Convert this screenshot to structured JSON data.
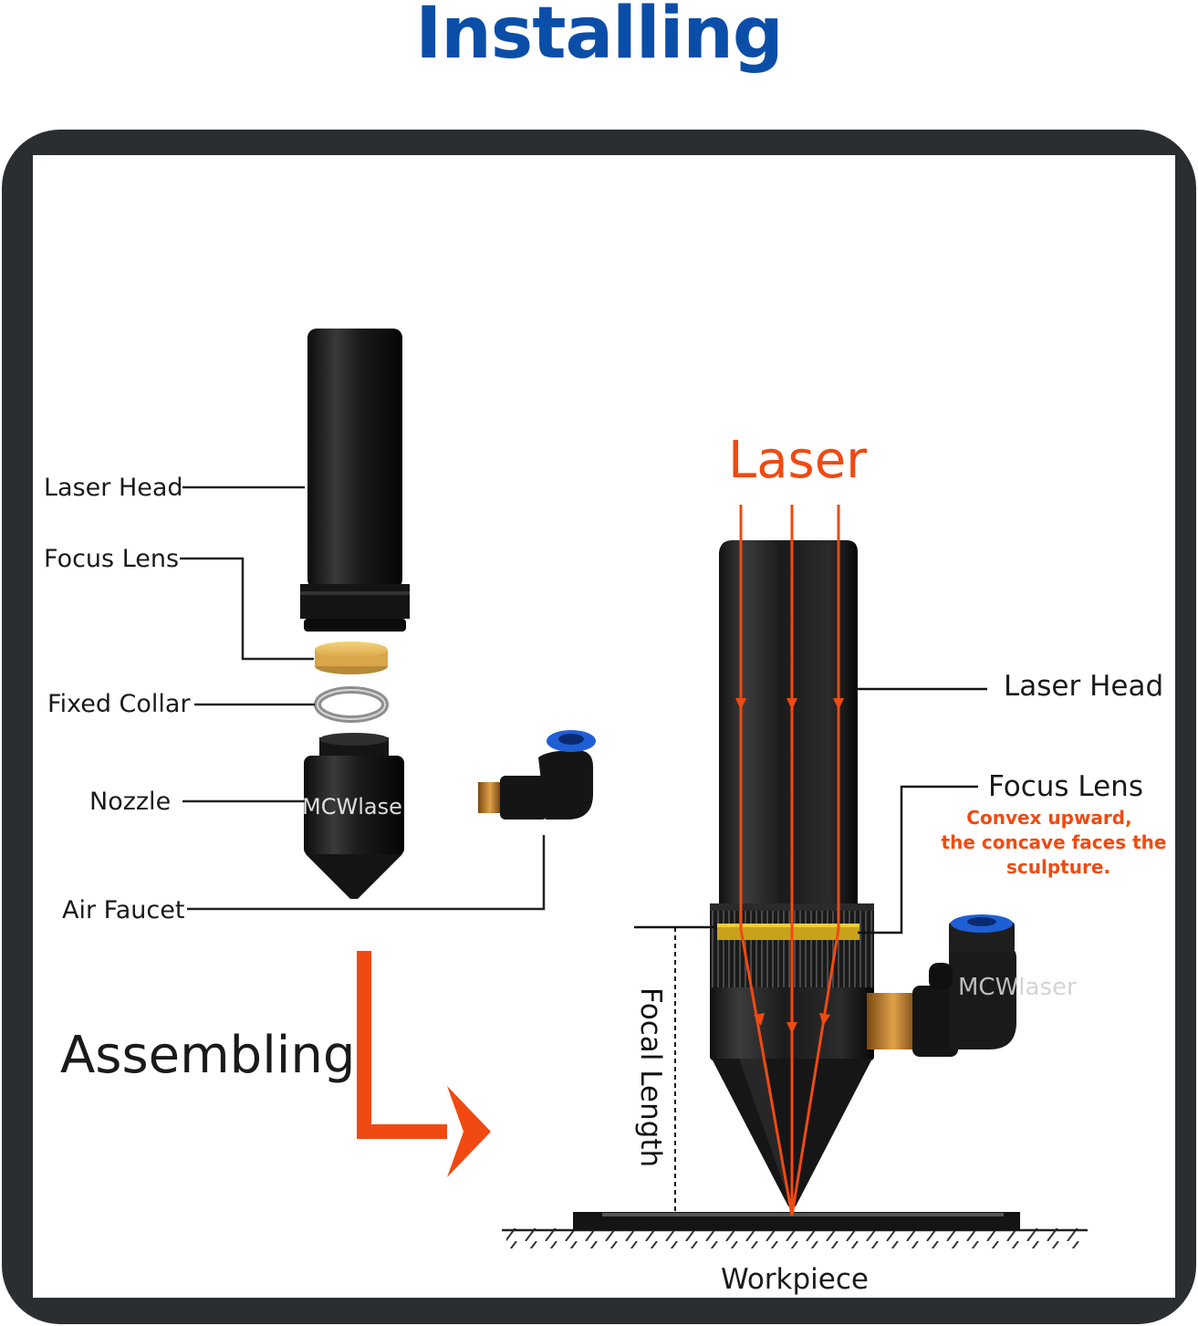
{
  "title": "Installing",
  "colors": {
    "title": "#0b4ea8",
    "frame": "#2b2e31",
    "laser": "#f04a12",
    "lens": "#f0c75a"
  },
  "exploded_view": {
    "labels": {
      "laser_head": "Laser Head",
      "focus_lens": "Focus Lens",
      "fixed_collar": "Fixed Collar",
      "nozzle": "Nozzle",
      "air_faucet": "Air Faucet"
    },
    "watermark": "MCWlaser"
  },
  "assembling_label": "Assembling",
  "assembled_view": {
    "laser_label": "Laser",
    "laser_head_label": "Laser Head",
    "focus_lens_label": "Focus Lens",
    "focus_lens_note": [
      "Convex upward,",
      "the concave faces the",
      "sculpture."
    ],
    "focal_length_label": "Focal Length",
    "workpiece_label": "Workpiece",
    "watermark": "MCWlaser"
  }
}
